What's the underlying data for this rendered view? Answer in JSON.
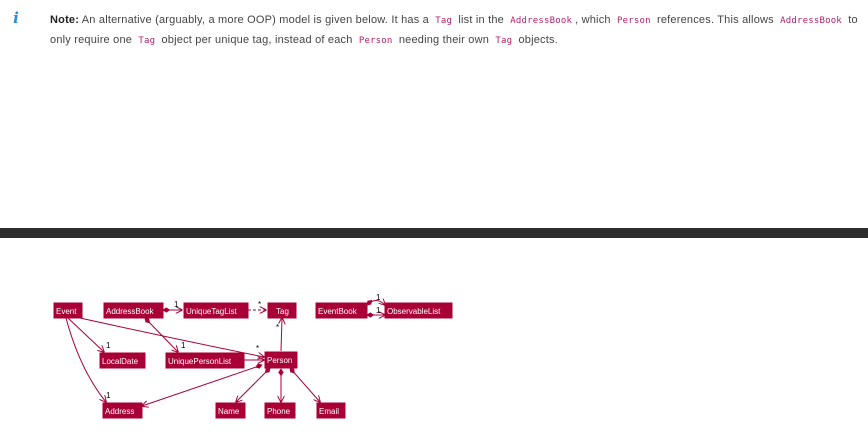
{
  "note": {
    "icon": "info-icon",
    "label": "Note:",
    "t1": "An alternative (arguably, a more OOP) model is given below. It has a",
    "c1": "Tag",
    "t2": "list in the",
    "c2": "AddressBook",
    "t3": ", which",
    "c3": "Person",
    "t4": "references. This allows",
    "c4": "AddressBook",
    "t5": "to only require one",
    "c5": "Tag",
    "t6": "object per unique tag, instead of each",
    "c6": "Person",
    "t7": "needing their own",
    "c7": "Tag",
    "t8": "objects."
  },
  "diagram": {
    "nodes": {
      "event": "Event",
      "addressbook": "AddressBook",
      "uniquetaglist": "UniqueTagList",
      "tag": "Tag",
      "eventbook": "EventBook",
      "observablelist": "ObservableList",
      "localdate": "LocalDate",
      "uniquepersonlist": "UniquePersonList",
      "person": "Person",
      "address": "Address",
      "name": "Name",
      "phone": "Phone",
      "email": "Email"
    },
    "multiplicities": {
      "ab_utl": "1",
      "utl_tag": "*",
      "ab_upl": "1",
      "upl_person": "*",
      "person_tag": "*",
      "event_localdate": "1",
      "event_address": "1",
      "eb_ol_top": "1",
      "eb_ol_bottom": "1"
    },
    "colors": {
      "node": "#a80036",
      "text": "#ffffff"
    }
  }
}
